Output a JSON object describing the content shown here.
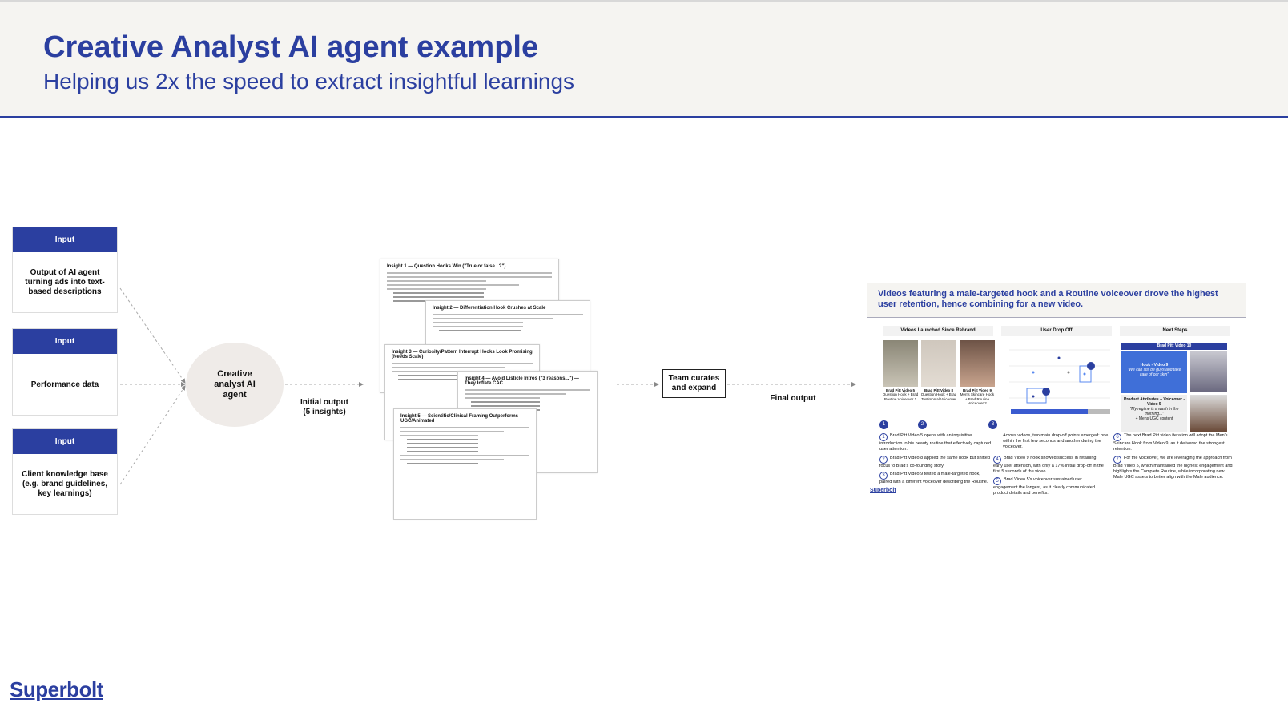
{
  "header": {
    "title": "Creative Analyst AI agent example",
    "subtitle": "Helping us 2x the speed to extract insightful learnings"
  },
  "inputs": [
    {
      "label": "Input",
      "text": "Output of AI agent turning ads into text-based descriptions"
    },
    {
      "label": "Input",
      "text": "Performance data"
    },
    {
      "label": "Input",
      "text": "Client knowledge base (e.g. brand guidelines, key learnings)"
    }
  ],
  "agent": {
    "label": "Creative analyst AI agent"
  },
  "initial_output": {
    "line1": "Initial output",
    "line2": "(5 insights)"
  },
  "insights": [
    "Insight 1 — Question Hooks Win (\"True or false...?\")",
    "Insight 2 — Differentiation Hook Crushes at Scale",
    "Insight 3 — Curiosity/Pattern Interrupt Hooks Look Promising (Needs Scale)",
    "Insight 4 — Avoid Listicle Intros (\"3 reasons...\") — They Inflate CAC",
    "Insight 5 — Scientific/Clinical Framing Outperforms UGC/Animated"
  ],
  "team": {
    "label": "Team curates and expand"
  },
  "final_output": {
    "label": "Final output"
  },
  "final_slide": {
    "title": "Videos featuring a male-targeted hook and a Routine voiceover drove the highest user retention, hence combining for a new video.",
    "columns": [
      "Videos Launched Since Rebrand",
      "User Drop Off",
      "Next Steps"
    ],
    "videos": [
      {
        "name": "Brad Pitt Video 5",
        "desc": "Question Hook + Brad Routine Voiceover 1"
      },
      {
        "name": "Brad Pitt Video 8",
        "desc": "Question Hook + Brad Testimonial Voiceover"
      },
      {
        "name": "Brad Pitt Video 9",
        "desc": "Men's Skincare Hook + Brad Routine Voiceover 2"
      }
    ],
    "next_video": "Brad Pitt Video 10",
    "hook_box": {
      "title": "Hook - Video 9",
      "quote": "\"We can still be guys and take care of our skin\""
    },
    "product_box": {
      "title": "Product Attributes + Voiceover - Video 5",
      "quote": "\"My regime is a wash in the morning...\"",
      "extra": "+ Mens UGC content"
    },
    "notes": [
      "Brad Pitt Video 5 opens with an inquisitive introduction to his beauty routine that effectively captured user attention.",
      "Brad Pitt Video 8 applied the same hook but shifted focus to Brad's co-founding story.",
      "Brad Pitt Video 9 tested a male-targeted hook, paired with a different voiceover describing the Routine.",
      "Across videos, two main drop-off points emerged: one within the first few seconds and another during the voiceover.",
      "Brad Video 9 hook showed success in retaining early user attention, with only a 17% initial drop-off in the first 5 seconds of the video.",
      "Brad Video 5's voiceover sustained user engagement the longest, as it clearly communicated product details and benefits.",
      "The next Brad Pitt video iteration will adopt the Men's Skincare Hook from Video 9, as it delivered the strongest retention.",
      "For the voiceover, we are leveraging the approach from Brad Video 5, which maintained the highest engagement and highlights the Complete Routine, while incorporating new Male UGC assets to better align with the Male audience."
    ],
    "brand": "Superbolt"
  },
  "footer": {
    "logo": "Superbolt"
  },
  "colors": {
    "accent": "#2b3fa0",
    "header_bg": "#f5f4f1",
    "agent_bg": "#efebe8"
  }
}
